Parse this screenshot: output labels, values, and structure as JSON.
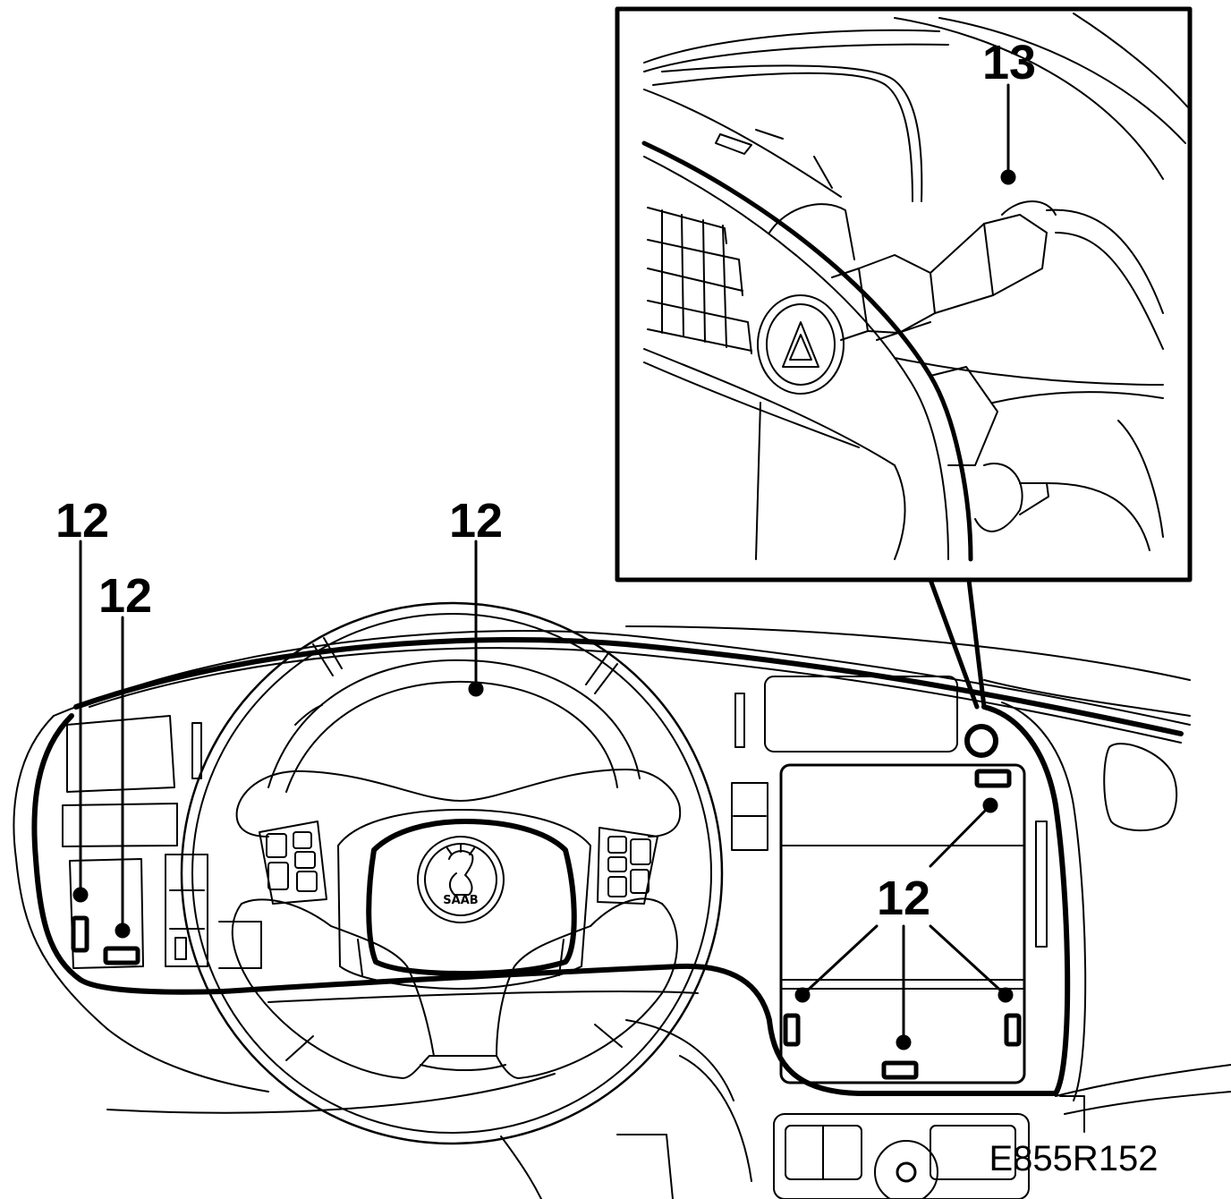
{
  "labels": {
    "inset_connector": "13",
    "left_panel_upper": "12",
    "left_panel_lower": "12",
    "steering_wheel": "12",
    "center_console": "12"
  },
  "figure_code": "E855R152",
  "logo_text": "SAAB",
  "colors": {
    "line": "#000000",
    "background": "#ffffff"
  }
}
